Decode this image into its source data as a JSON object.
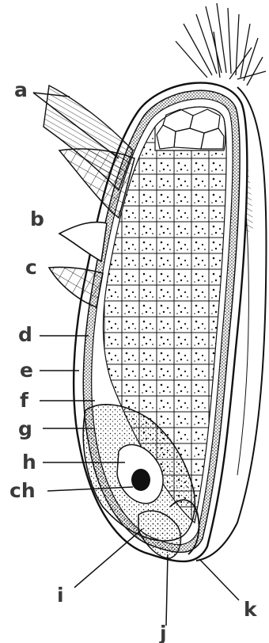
{
  "diagram": {
    "labels": {
      "a": "a",
      "b": "b",
      "c": "c",
      "d": "d",
      "e": "e",
      "f": "f",
      "g": "g",
      "h": "h",
      "ch": "ch",
      "i": "i",
      "j": "j",
      "k": "k"
    }
  },
  "colors": {
    "ink": "#111111",
    "label": "#3a3a3a",
    "paper": "#ffffff"
  }
}
